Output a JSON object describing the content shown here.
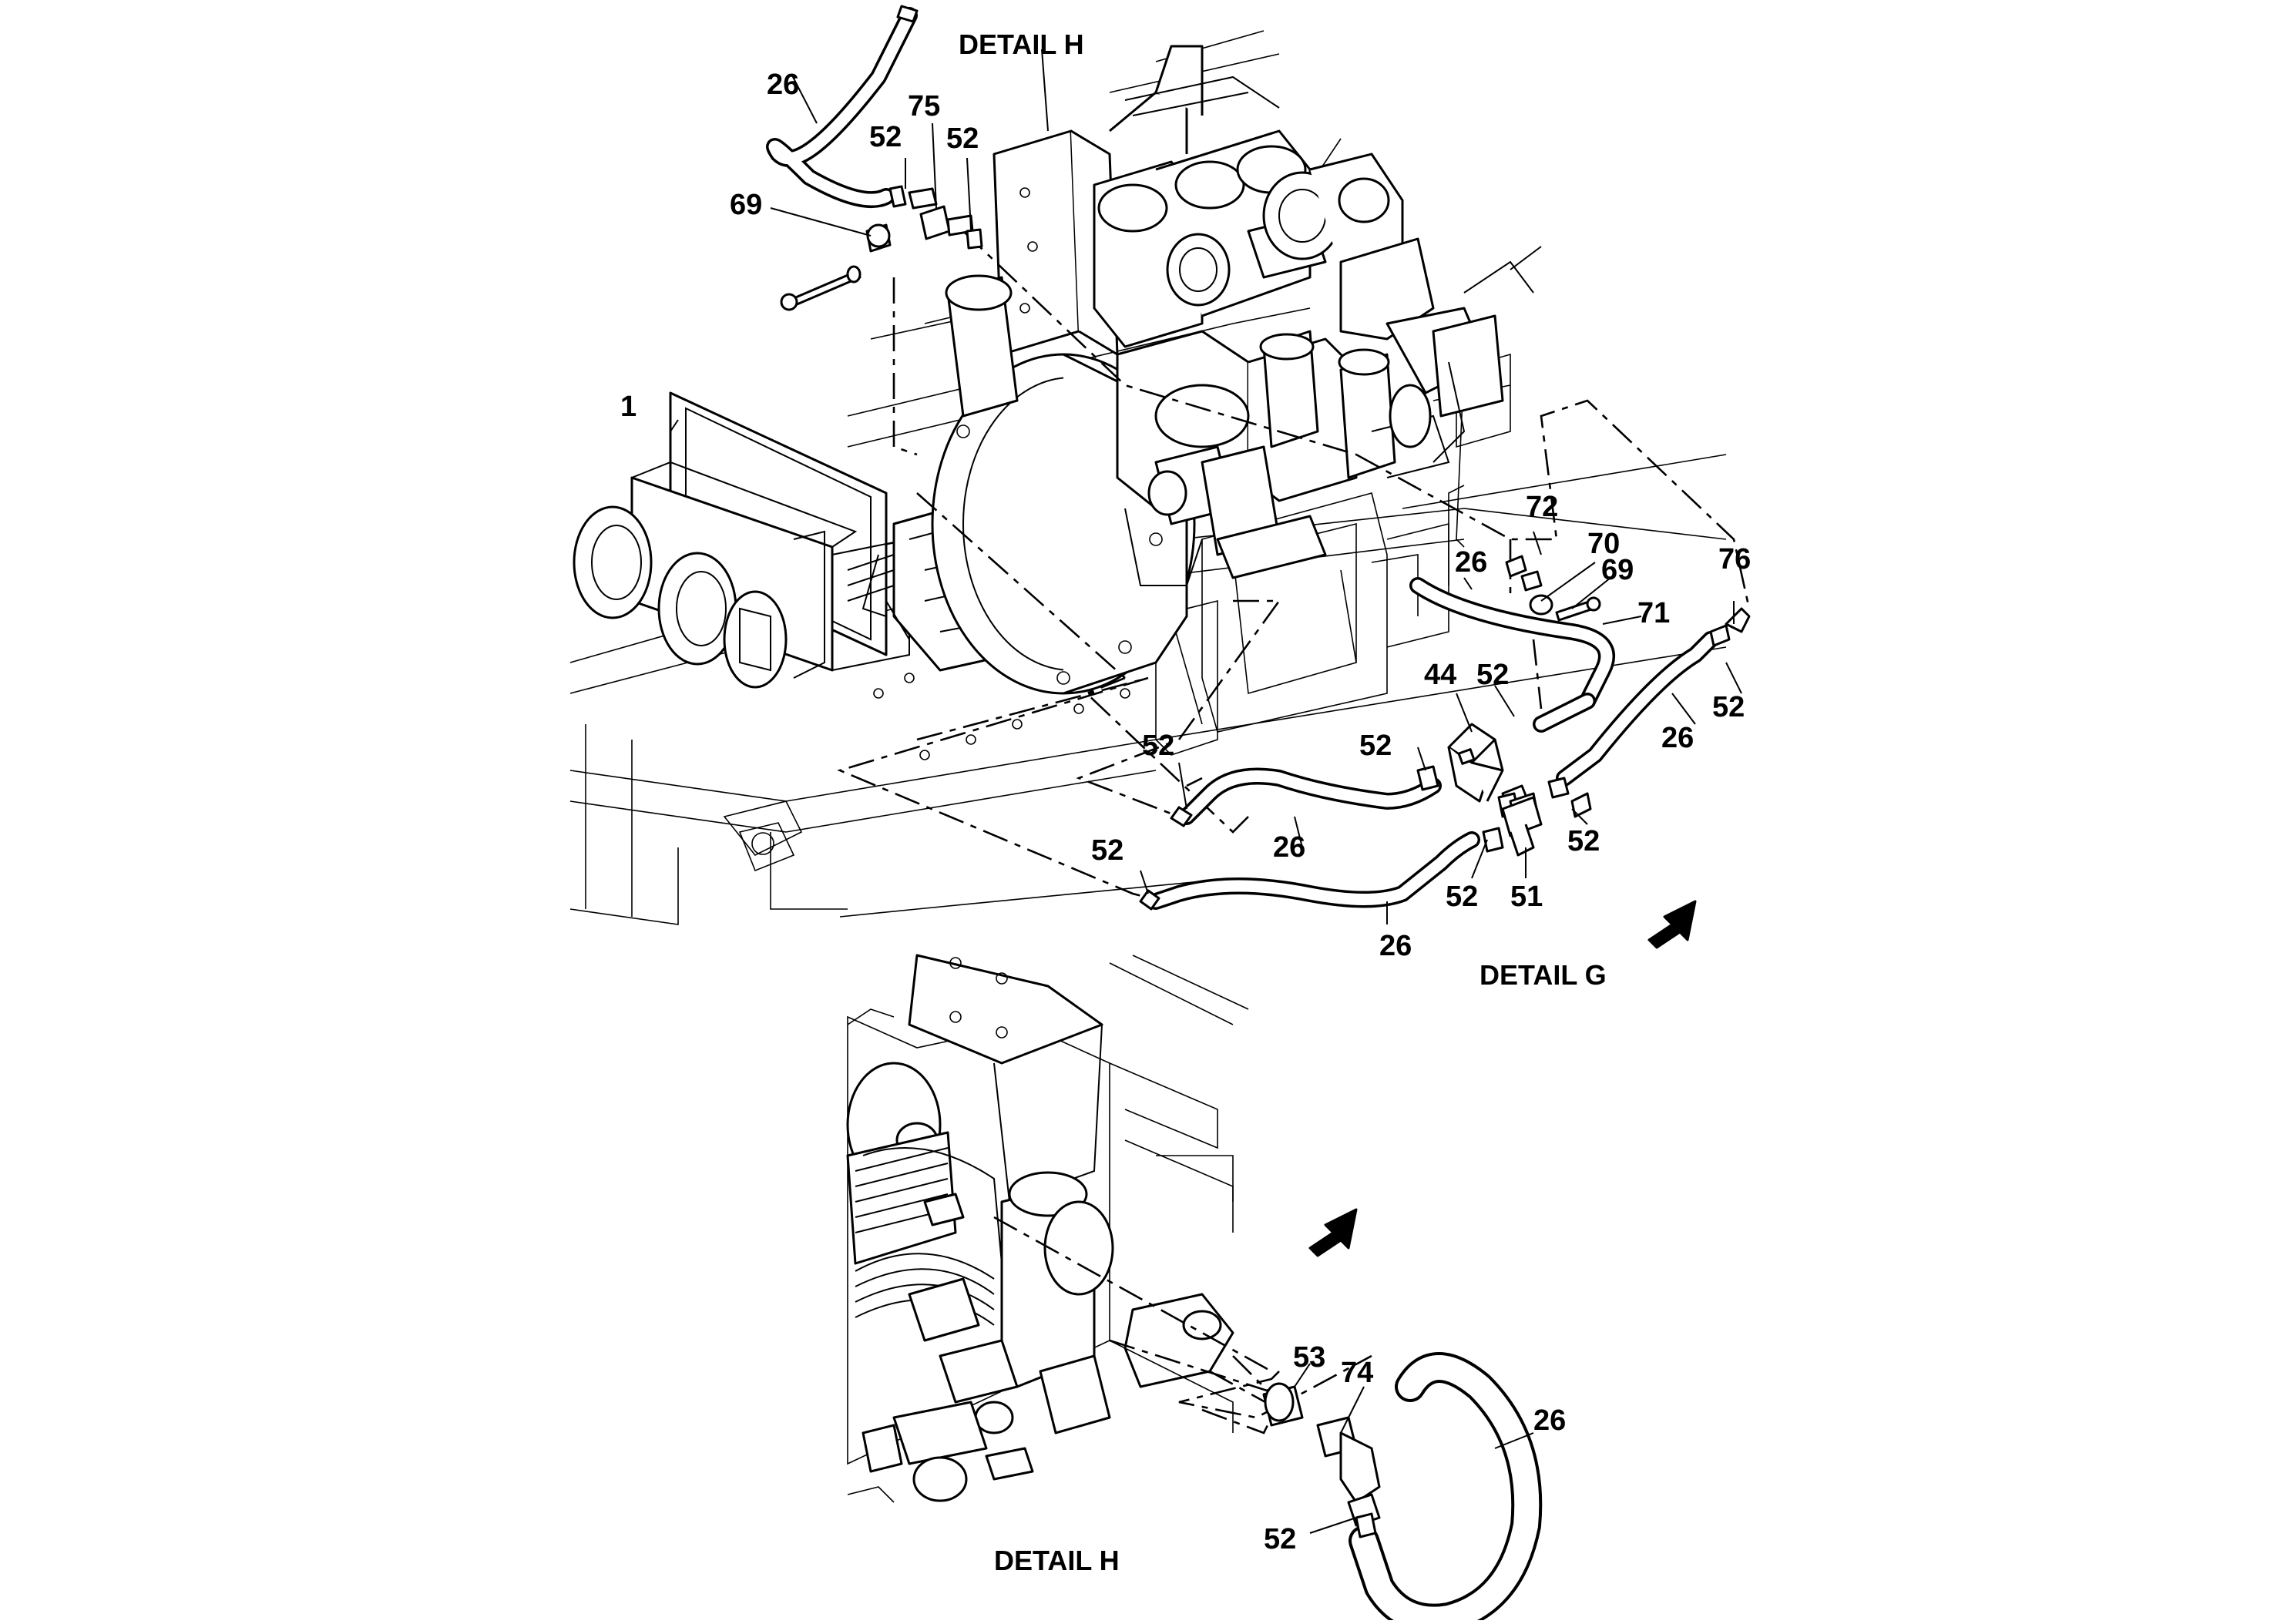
{
  "titles": {
    "detail_h_top": "DETAIL H",
    "detail_g": "DETAIL G",
    "detail_h_bottom": "DETAIL H"
  },
  "callouts": {
    "c1": "1",
    "c26_a": "26",
    "c52_a": "52",
    "c75": "75",
    "c52_b": "52",
    "c69_a": "69",
    "c72": "72",
    "c70": "70",
    "c69_b": "69",
    "c71": "71",
    "c76": "76",
    "c26_b": "26",
    "c44": "44",
    "c52_c": "52",
    "c52_d": "52",
    "c52_e": "52",
    "c26_c": "26",
    "c52_f": "52",
    "c26_d": "26",
    "c52_g": "52",
    "c52_h": "52",
    "c52_i": "52",
    "c51": "51",
    "c26_e": "26",
    "c53": "53",
    "c74": "74",
    "c26_f": "26",
    "c52_j": "52"
  },
  "icons": {
    "view_arrow_g": "view-direction-arrow",
    "view_arrow_h": "view-direction-arrow"
  }
}
